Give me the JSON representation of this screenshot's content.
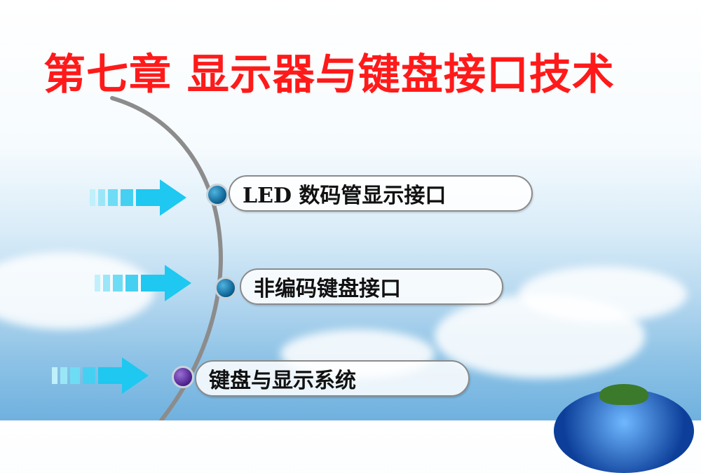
{
  "slide": {
    "title": "第七章   显示器与键盘接口技术",
    "items": [
      {
        "label": "LED 数码管显示接口",
        "dot_color": "#0a5f8f"
      },
      {
        "label": "非编码键盘接口",
        "dot_color": "#0a5f8f"
      },
      {
        "label": "键盘与显示系统",
        "dot_color": "#4a1f8a"
      }
    ],
    "colors": {
      "title": "#ff1a1a",
      "arrow": "#1ec8f0",
      "arc": "#8c8c8c"
    }
  }
}
